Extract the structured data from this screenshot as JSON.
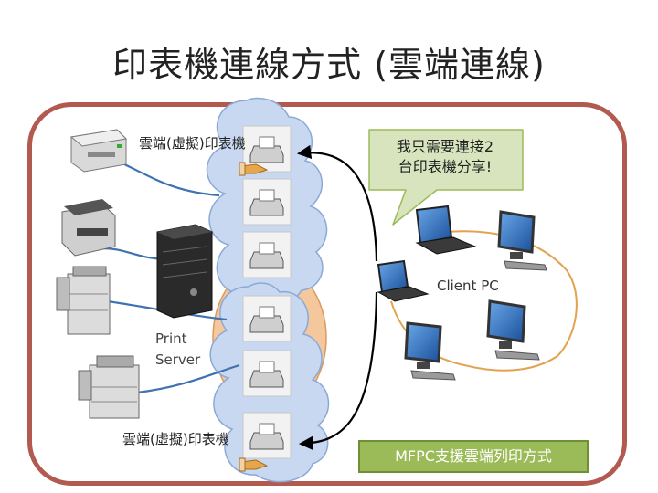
{
  "title": "印表機連線方式 (雲端連線)",
  "labels": {
    "cloud_top": "雲端(虛擬)印表機",
    "cloud_bottom": "雲端(虛擬)印表機",
    "print_server": "Print Server",
    "client_pc": "Client PC"
  },
  "callout": {
    "line1": "我只需要連接2",
    "line2": "台印表機分享!"
  },
  "footer": "MFPC支援雲端列印方式",
  "colors": {
    "frame": "#b25a50",
    "cloud_fill": "#c7d8f0",
    "cloud_stroke": "#8ca9d6",
    "server_zone": "#f4c79c",
    "callout_fill": "#d7e4bd",
    "footer_fill": "#9bbb59",
    "cable_blue": "#3e72b0",
    "cable_orange": "#e3a24f"
  },
  "icons": [
    "printer-icon",
    "tower-server-icon",
    "laptop-icon",
    "desktop-pc-icon",
    "cloud-printer-icon",
    "hand-share-icon"
  ]
}
